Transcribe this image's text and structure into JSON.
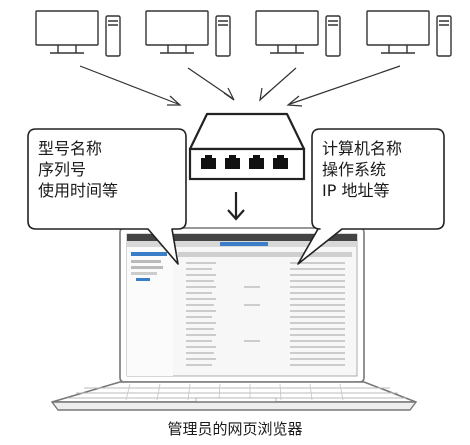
{
  "left_bubble": {
    "lines": [
      "型号名称",
      "序列号",
      "使用时间等"
    ]
  },
  "right_bubble": {
    "lines": [
      "计算机名称",
      "操作系统",
      "IP 地址等"
    ]
  },
  "caption": "管理员的网页浏览器"
}
